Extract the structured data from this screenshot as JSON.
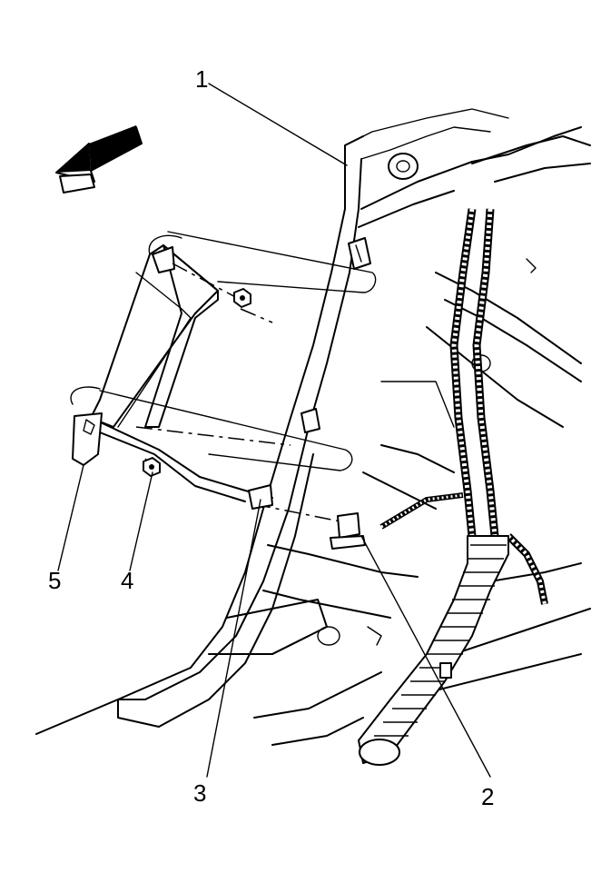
{
  "figure": {
    "callouts": [
      {
        "id": "1",
        "label": "1"
      },
      {
        "id": "2",
        "label": "2"
      },
      {
        "id": "3",
        "label": "3"
      },
      {
        "id": "4",
        "label": "4"
      },
      {
        "id": "5",
        "label": "5"
      }
    ],
    "direction_arrow_icon": "forward-arrow-icon"
  }
}
